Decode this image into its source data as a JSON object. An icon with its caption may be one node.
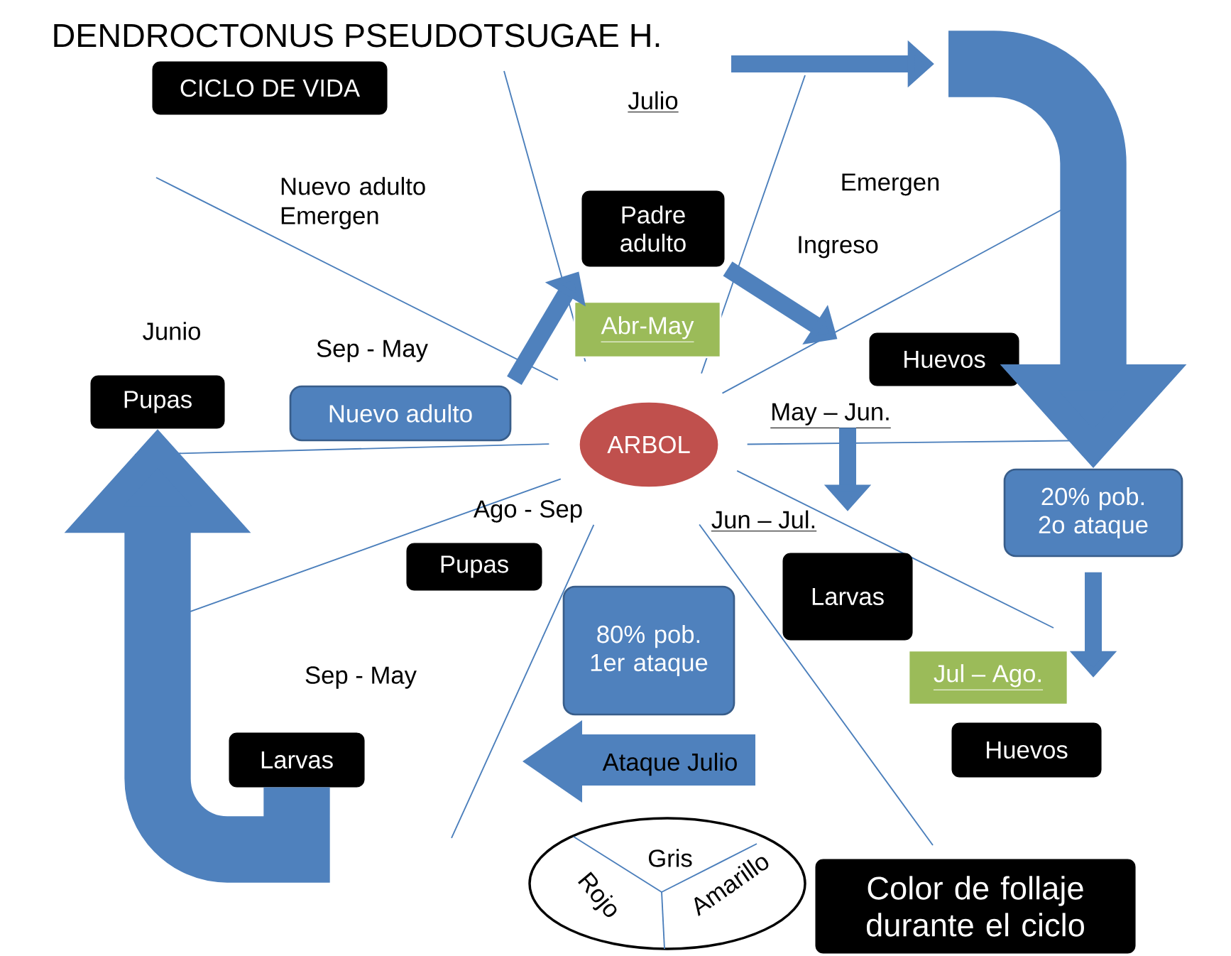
{
  "diagram": {
    "title": "DENDROCTONUS PSEUDOTSUGAE H.",
    "nodes": [
      {
        "text": [
          "CICLO DE VIDA"
        ]
      },
      {
        "text": [
          "Padre adulto"
        ]
      },
      {
        "text": [
          "Abr-May"
        ]
      },
      {
        "text": [
          "Huevos"
        ]
      },
      {
        "text": [
          "Pupas"
        ]
      },
      {
        "text": [
          "Nuevo adulto"
        ]
      },
      {
        "text": [
          "ARBOL"
        ]
      },
      {
        "text": [
          "20% pob. 2o ataque"
        ]
      },
      {
        "text": [
          "Pupas"
        ]
      },
      {
        "text": [
          "Larvas"
        ]
      },
      {
        "text": [
          "80% pob. 1er ataque"
        ]
      },
      {
        "text": [
          "Jul – Ago."
        ]
      },
      {
        "text": [
          "Huevos"
        ]
      },
      {
        "text": [
          "Larvas"
        ]
      },
      {
        "text": [
          "Ataque Julio"
        ]
      },
      {
        "text": [
          "Color de follaje durante el ciclo"
        ]
      },
      {
        "text": [
          "Gris",
          "Rojo",
          "Amarillo"
        ]
      }
    ],
    "edges": [
      {
        "from": 5,
        "to": 1,
        "arrow": "to"
      },
      {
        "from": 1,
        "to": 3,
        "arrow": "to"
      },
      {
        "from": 3,
        "to": 9,
        "arrow": "to"
      },
      {
        "from": null,
        "to": 7,
        "arrow": "to",
        "style": "thick"
      },
      {
        "from": 7,
        "to": 11,
        "arrow": "to"
      },
      {
        "from": 13,
        "to": 4,
        "arrow": "to",
        "style": "thick"
      }
    ],
    "labels": [
      "Julio",
      "Nuevo adulto Emergen",
      "Emergen",
      "Ingreso",
      "Junio",
      "Sep - May",
      "May – Jun.",
      "Ago - Sep",
      "Jun – Jul.",
      "Sep - May"
    ]
  }
}
